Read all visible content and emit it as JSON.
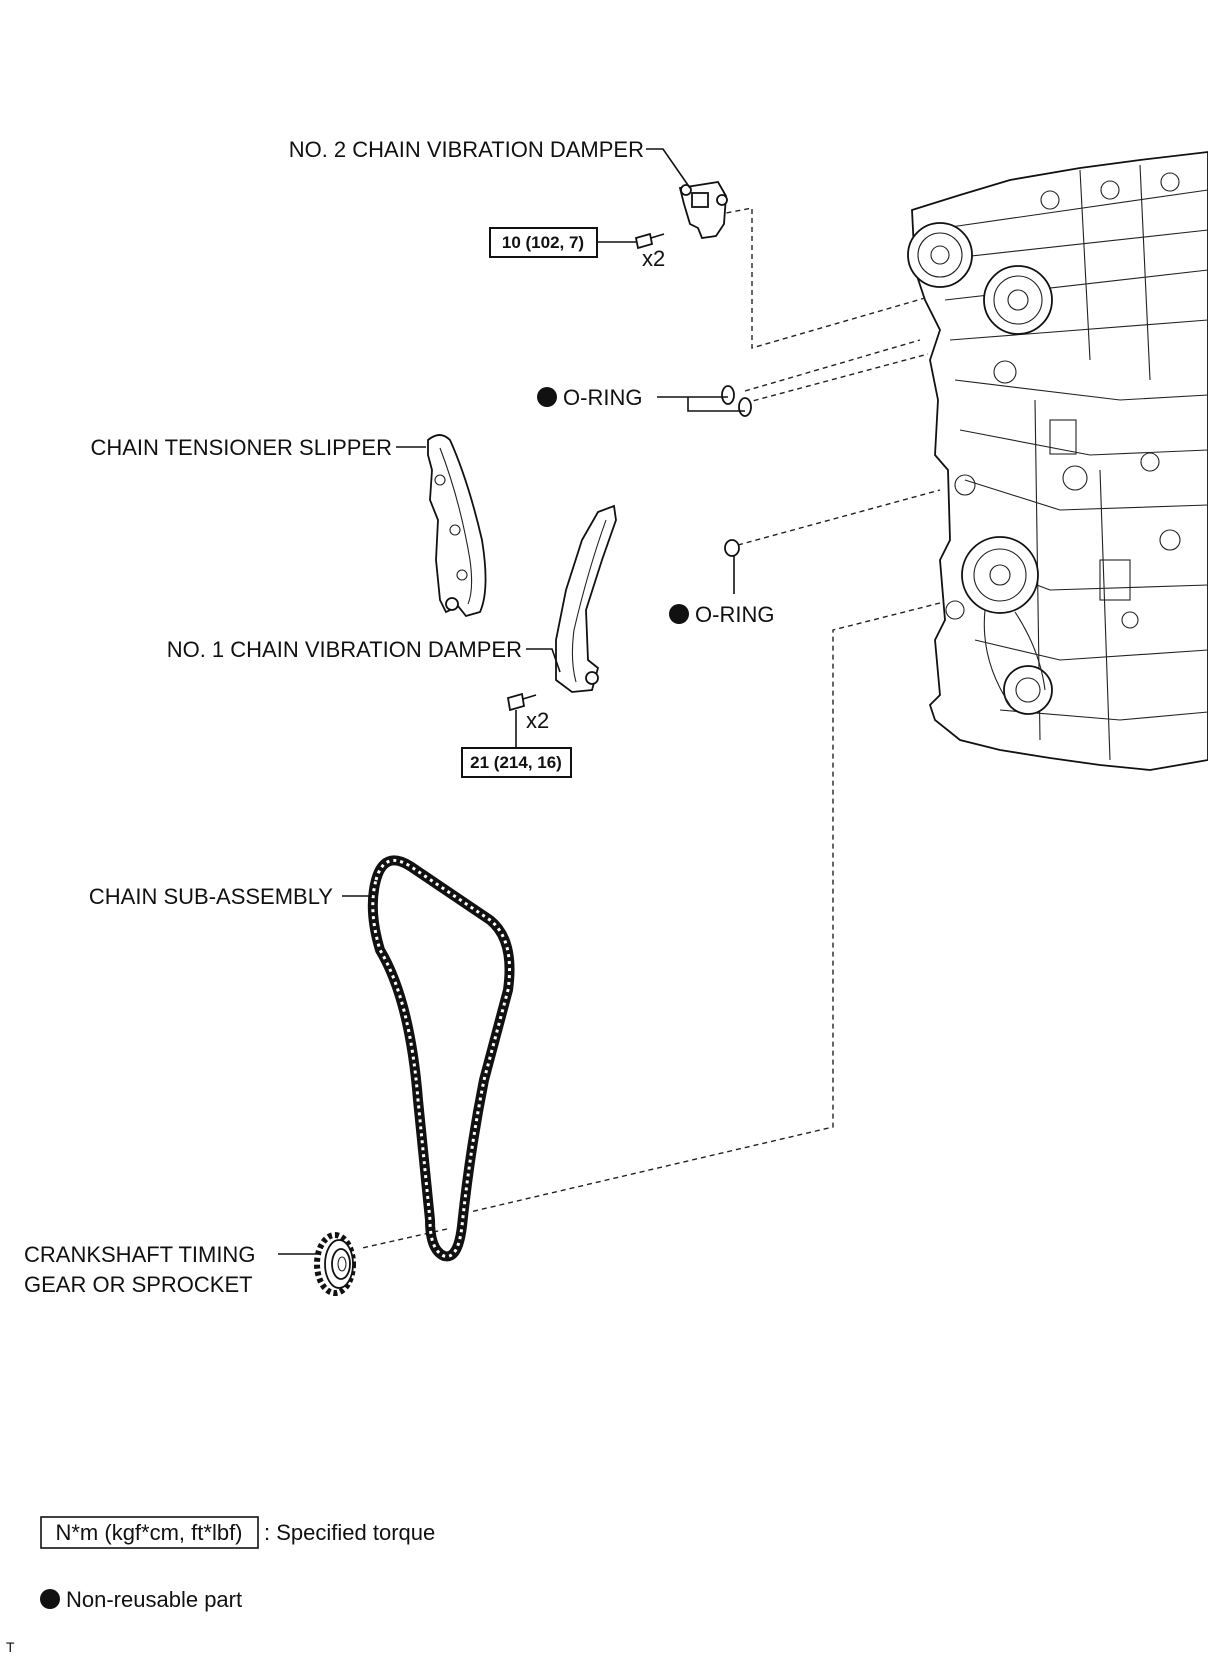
{
  "labels": {
    "no2_damper": "NO. 2 CHAIN VIBRATION DAMPER",
    "oring_top": "O-RING",
    "tensioner_slipper": "CHAIN TENSIONER SLIPPER",
    "oring_mid": "O-RING",
    "no1_damper": "NO. 1 CHAIN VIBRATION DAMPER",
    "chain_sub": "CHAIN SUB-ASSEMBLY",
    "crank_line1": "CRANKSHAFT TIMING",
    "crank_line2": "GEAR OR SPROCKET"
  },
  "torque": {
    "no2_damper_bolt": "10 (102, 7)",
    "no2_qty": "x2",
    "no1_damper_bolt": "21 (214, 16)",
    "no1_qty": "x2"
  },
  "legend": {
    "torque_box": "N*m (kgf*cm, ft*lbf)",
    "torque_desc": ": Specified torque",
    "nonreusable_desc": "Non-reusable part"
  },
  "footer": {
    "mark": "T"
  },
  "colors": {
    "ink": "#111111",
    "background": "#ffffff"
  }
}
